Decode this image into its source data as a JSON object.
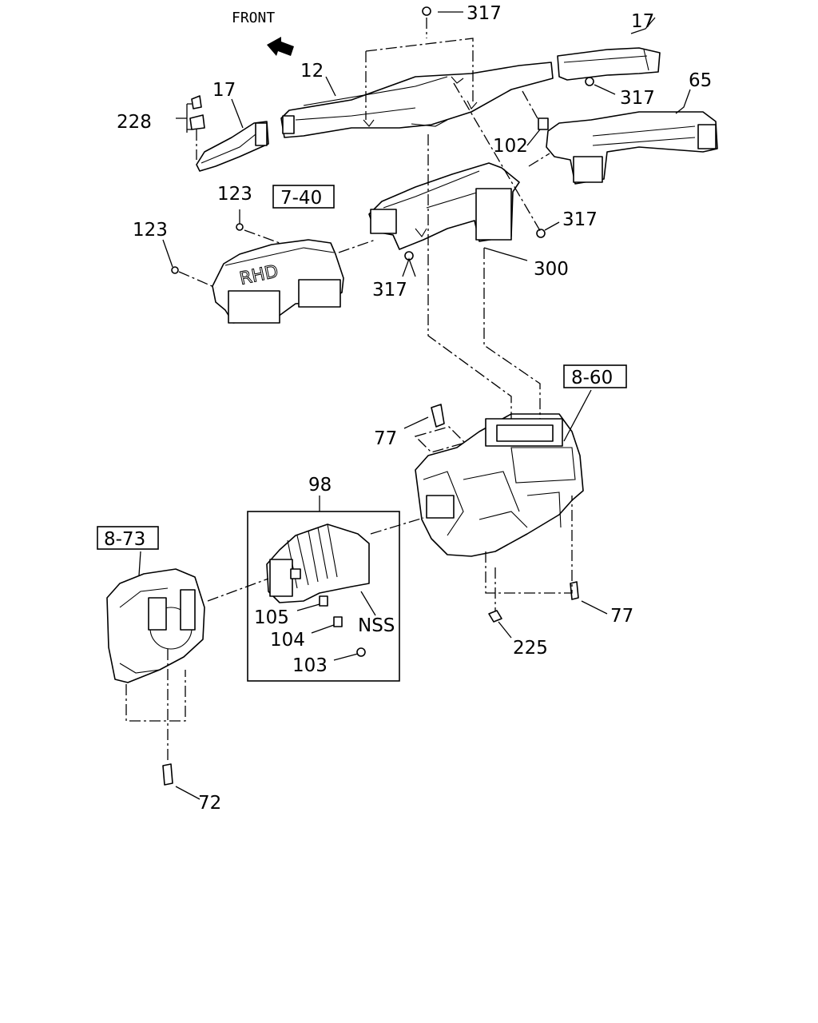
{
  "direction_label": "FRONT",
  "reference_boxes": {
    "ref_7_40": "7-40",
    "ref_8_60": "8-60",
    "ref_8_73": "8-73"
  },
  "callouts": {
    "p317_top": "317",
    "p17_top_right": "17",
    "p12": "12",
    "p17_left": "17",
    "p228": "228",
    "p65": "65",
    "p317_right": "317",
    "p102": "102",
    "p123_top": "123",
    "p123_left": "123",
    "p317_mid_right": "317",
    "p300": "300",
    "p317_mid": "317",
    "p77_top": "77",
    "p98": "98",
    "p105": "105",
    "p104": "104",
    "p103": "103",
    "p_nss": "NSS",
    "p77_bottom": "77",
    "p225": "225",
    "p72": "72"
  },
  "duct_marking": "RHD"
}
